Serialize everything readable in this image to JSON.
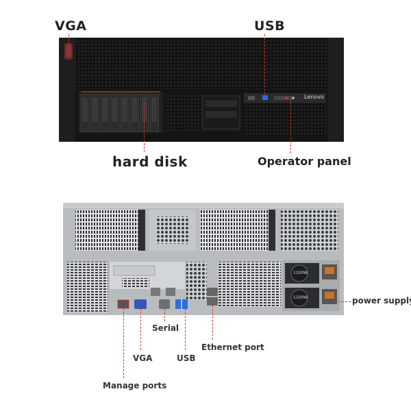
{
  "front_labels": {
    "vga": "VGA",
    "usb": "USB",
    "hard_disk": "hard disk",
    "operator_panel": "Operator panel"
  },
  "rear_labels": {
    "power_supply": "power supply",
    "serial": "Serial",
    "ethernet_port": "Ethernet port",
    "vga": "VGA",
    "usb": "USB",
    "manage_ports": "Manage ports"
  },
  "brand": "Lenovo",
  "psu_rating": "1100W",
  "colors": {
    "callout": "#d0342c",
    "chassis_dark": "#161616",
    "chassis_metal": "#b9bcbf"
  }
}
